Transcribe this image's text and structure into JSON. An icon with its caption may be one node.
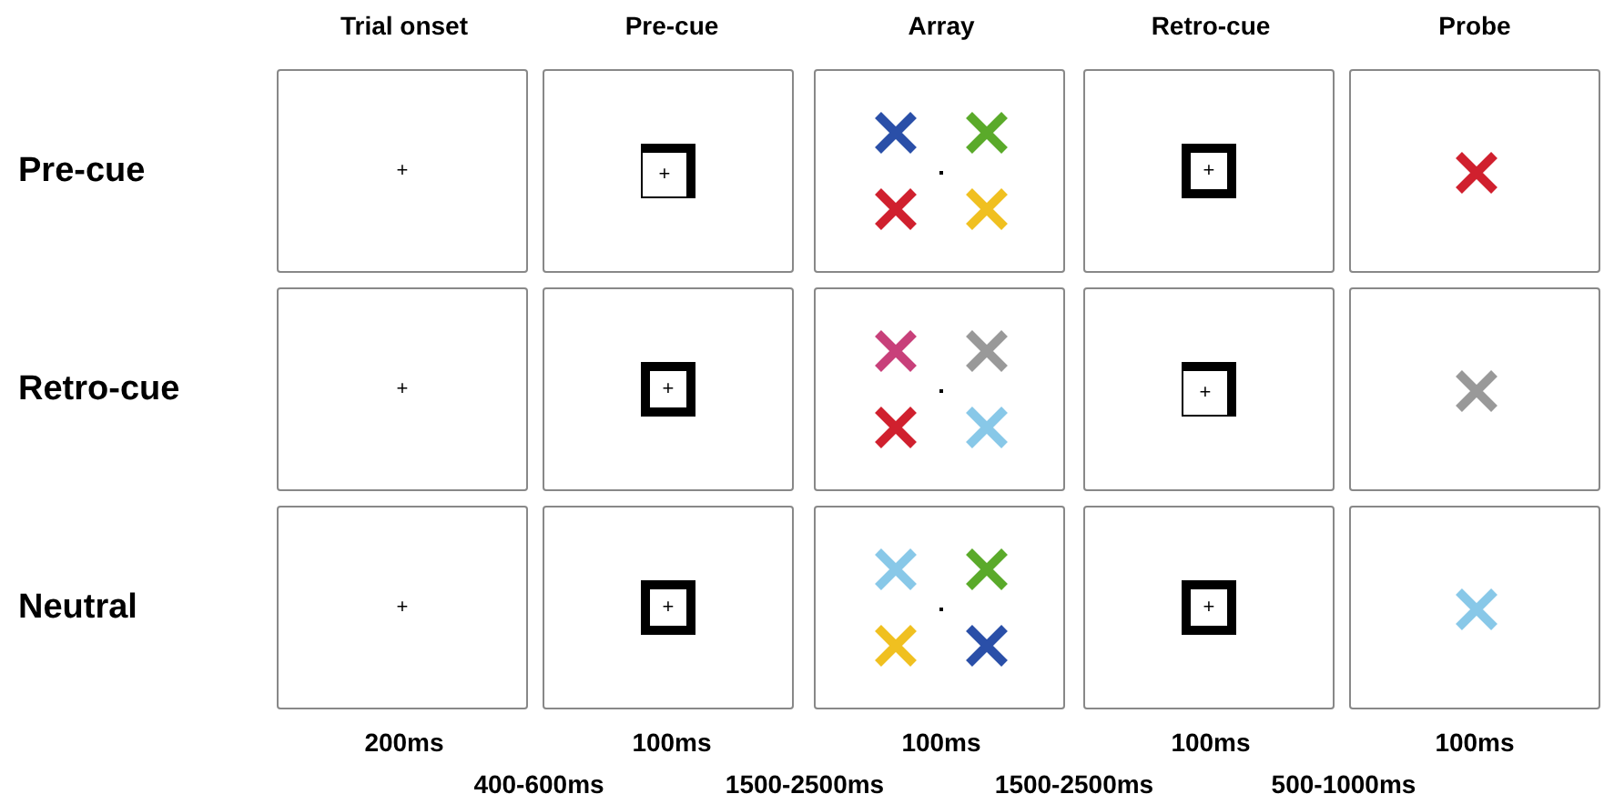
{
  "diagram": {
    "nodes": [
      {
        "text": [
          "+"
        ]
      },
      {
        "text": [
          "+"
        ]
      },
      {
        "text": [],
        "shape": "box"
      },
      {
        "text": [
          "+"
        ]
      },
      {
        "text": [],
        "shape": "box"
      },
      {
        "text": [
          "+"
        ]
      },
      {
        "text": [
          "+"
        ]
      },
      {
        "text": [],
        "shape": "box"
      },
      {
        "text": [
          "+"
        ]
      },
      {
        "text": [],
        "shape": "box"
      },
      {
        "text": [
          "+"
        ]
      },
      {
        "text": [
          "+"
        ]
      },
      {
        "text": [],
        "shape": "box"
      },
      {
        "text": [
          "+"
        ]
      },
      {
        "text": [],
        "shape": "box"
      }
    ],
    "labels": [
      "Trial onset",
      "Pre-cue",
      "Array",
      "Retro-cue",
      "Probe",
      "Pre-cue",
      "Retro-cue",
      "Neutral",
      "200ms",
      "100ms",
      "100ms",
      "100ms",
      "100ms",
      "400-600ms",
      "1500-2500ms",
      "1500-2500ms",
      "500-1000ms"
    ]
  }
}
